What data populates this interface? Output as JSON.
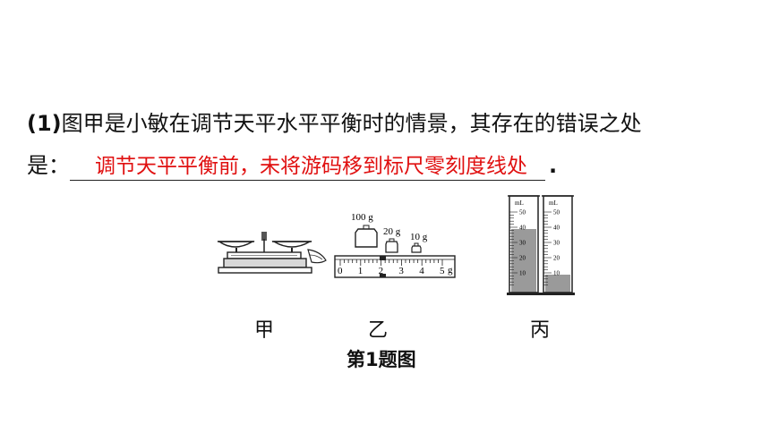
{
  "question": {
    "number": "(1)",
    "text_line1": "图甲是小敏在调节天平水平平衡时的情景，其存在的错误之处",
    "text_line2_prefix": "是：",
    "answer": "调节天平平衡前，未将游码移到标尺零刻度线处",
    "end_mark": "."
  },
  "figures": {
    "jia": {
      "label": "甲"
    },
    "yi": {
      "label": "乙",
      "weights": [
        "100 g",
        "20 g",
        "10 g"
      ],
      "scale_ticks": [
        "0",
        "1",
        "2",
        "3",
        "4",
        "5"
      ],
      "scale_unit": "g"
    },
    "bing": {
      "label": "丙",
      "unit": "mL",
      "cylinder_ticks": [
        "50",
        "40",
        "30",
        "20",
        "10"
      ]
    }
  },
  "caption": "第1题图",
  "colors": {
    "answer": "#e01010",
    "liquid": "#9a9a9a"
  }
}
